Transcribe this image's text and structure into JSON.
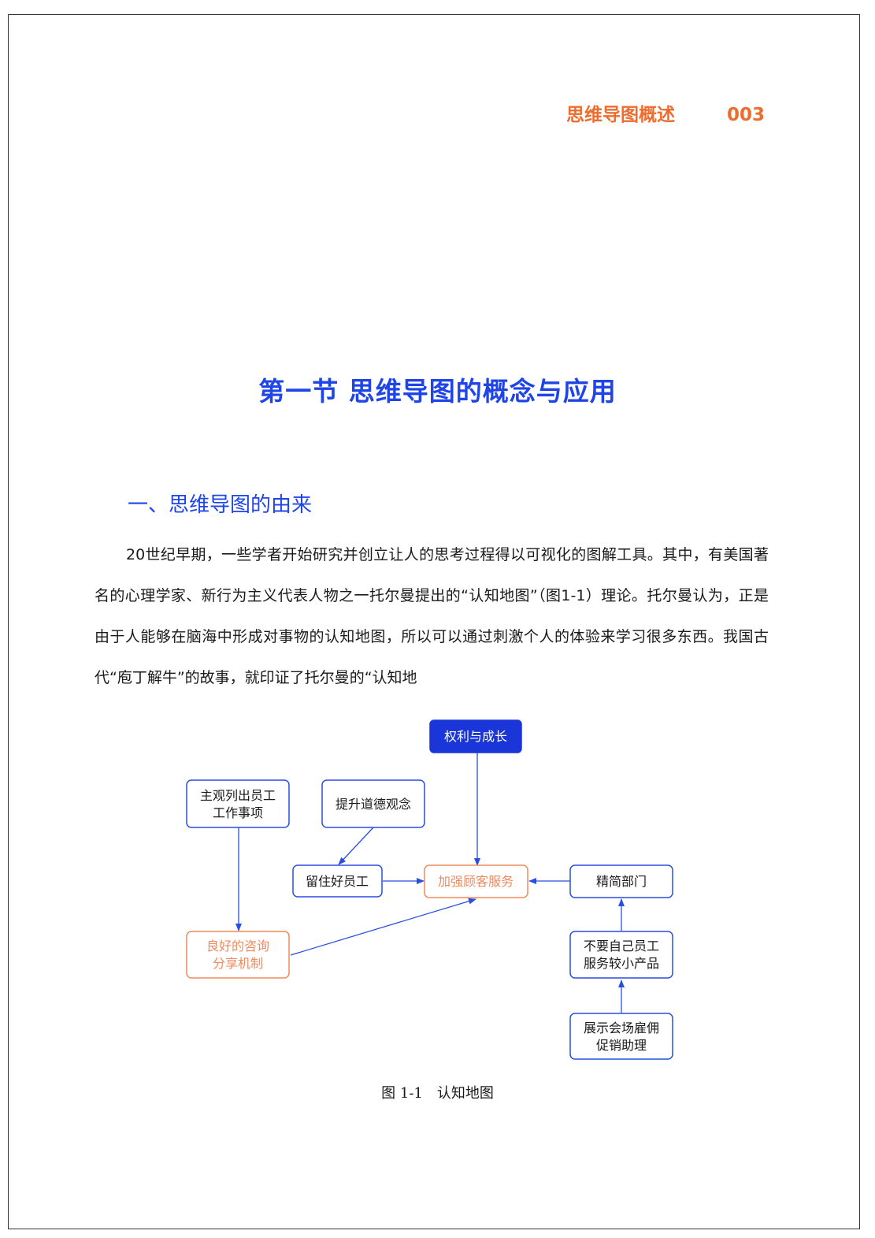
{
  "header": {
    "running_title": "思维导图概述",
    "page_number": "003"
  },
  "section": {
    "title": "第一节  思维导图的概念与应用"
  },
  "subsection": {
    "title": "一、思维导图的由来"
  },
  "body": {
    "paragraph": "20世纪早期，一些学者开始研究并创立让人的思考过程得以可视化的图解工具。其中，有美国著名的心理学家、新行为主义代表人物之一托尔曼提出的“认知地图”（图1-1）理论。托尔曼认为，正是由于人能够在脑海中形成对事物的认知地图，所以可以通过刺激个人的体验来学习很多东西。我国古代“庖丁解牛”的故事，就印证了托尔曼的“认知地"
  },
  "figure": {
    "caption": "图 1-1　认知地图",
    "colors": {
      "blue": "#2a4fe0",
      "orange": "#f08a5d",
      "dark_blue": "#1a35d8"
    },
    "nodes": {
      "rights_growth": "权利与成长",
      "list_work_1": "主观列出员工",
      "list_work_2": "工作事项",
      "moral": "提升道德观念",
      "retain": "留住好员工",
      "service": "加强顾客服务",
      "streamline": "精简部门",
      "consult_1": "良好的咨询",
      "consult_2": "分享机制",
      "no_self_1": "不要自己员工",
      "no_self_2": "服务较小产品",
      "exhibit_1": "展示会场雇佣",
      "exhibit_2": "促销助理"
    }
  }
}
